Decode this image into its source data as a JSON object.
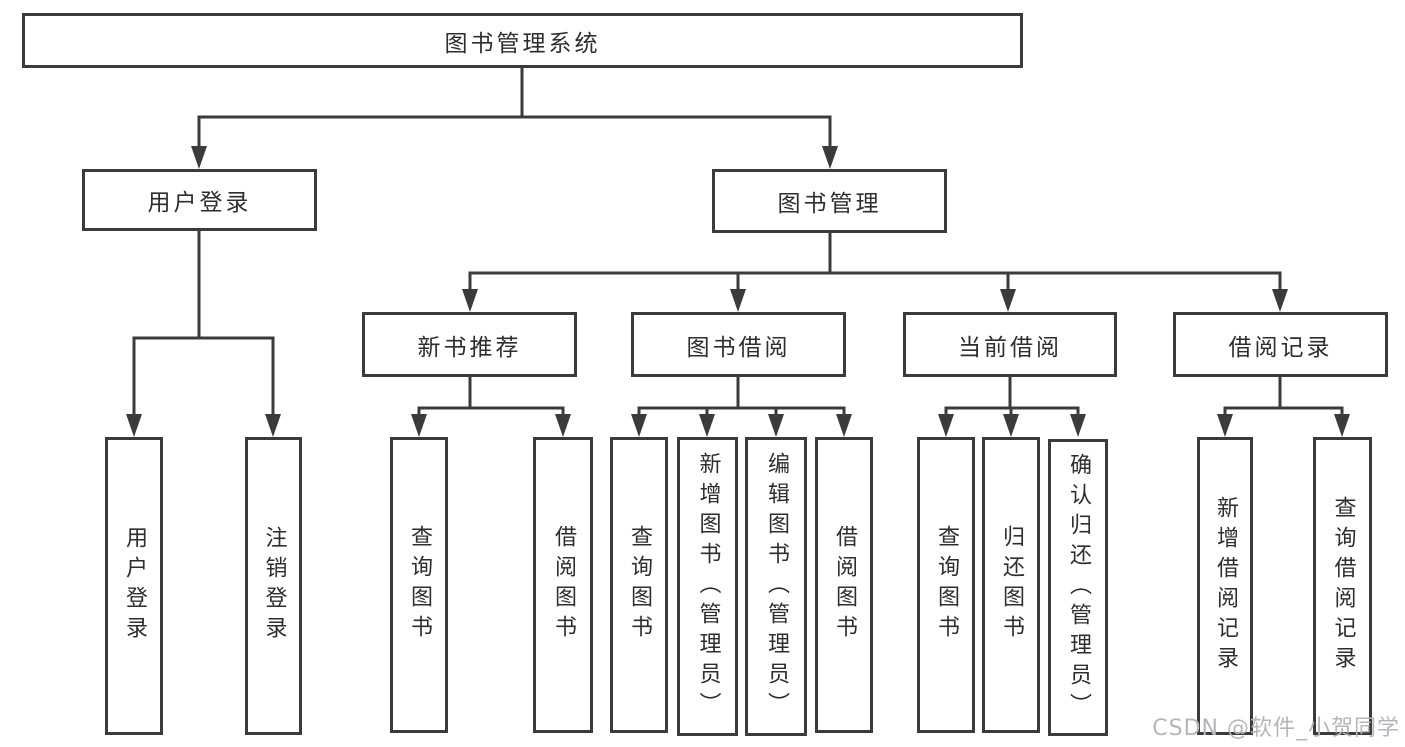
{
  "diagram": {
    "title": "图书管理系统",
    "watermark": "CSDN @软件_小贺同学",
    "colors": {
      "line": "#3b3b3b",
      "border": "#3b3b3b",
      "text": "#2e2e2e",
      "background": "#ffffff",
      "watermark": "#b5b5bd"
    },
    "nodes": [
      {
        "id": "library-management-system",
        "label": "图书管理系统"
      },
      {
        "id": "user-login",
        "label": "用户登录"
      },
      {
        "id": "book-management",
        "label": "图书管理"
      },
      {
        "id": "new-book-recommendation",
        "label": "新书推荐"
      },
      {
        "id": "book-borrowing",
        "label": "图书借阅"
      },
      {
        "id": "current-borrowing",
        "label": "当前借阅"
      },
      {
        "id": "borrowing-records",
        "label": "借阅记录"
      },
      {
        "id": "user-login-action",
        "label": "用户登录"
      },
      {
        "id": "logout-action",
        "label": "注销登录"
      },
      {
        "id": "nbr-query-books",
        "label": "查询图书"
      },
      {
        "id": "nbr-borrow-books",
        "label": "借阅图书"
      },
      {
        "id": "bb-query-books",
        "label": "查询图书"
      },
      {
        "id": "bb-add-books-admin",
        "label": "新增图书（管理员）"
      },
      {
        "id": "bb-edit-books-admin",
        "label": "编辑图书（管理员）"
      },
      {
        "id": "bb-borrow-books",
        "label": "借阅图书"
      },
      {
        "id": "cb-query-books",
        "label": "查询图书"
      },
      {
        "id": "cb-return-books",
        "label": "归还图书"
      },
      {
        "id": "cb-confirm-return-admin",
        "label": "确认归还（管理员）"
      },
      {
        "id": "br-add-borrow-record",
        "label": "新增借阅记录"
      },
      {
        "id": "br-query-borrow-record",
        "label": "查询借阅记录"
      }
    ],
    "edges": [
      [
        "library-management-system",
        "user-login"
      ],
      [
        "library-management-system",
        "book-management"
      ],
      [
        "user-login",
        "user-login-action"
      ],
      [
        "user-login",
        "logout-action"
      ],
      [
        "book-management",
        "new-book-recommendation"
      ],
      [
        "book-management",
        "book-borrowing"
      ],
      [
        "book-management",
        "current-borrowing"
      ],
      [
        "book-management",
        "borrowing-records"
      ],
      [
        "new-book-recommendation",
        "nbr-query-books"
      ],
      [
        "new-book-recommendation",
        "nbr-borrow-books"
      ],
      [
        "book-borrowing",
        "bb-query-books"
      ],
      [
        "book-borrowing",
        "bb-add-books-admin"
      ],
      [
        "book-borrowing",
        "bb-edit-books-admin"
      ],
      [
        "book-borrowing",
        "bb-borrow-books"
      ],
      [
        "current-borrowing",
        "cb-query-books"
      ],
      [
        "current-borrowing",
        "cb-return-books"
      ],
      [
        "current-borrowing",
        "cb-confirm-return-admin"
      ],
      [
        "borrowing-records",
        "br-add-borrow-record"
      ],
      [
        "borrowing-records",
        "br-query-borrow-record"
      ]
    ]
  }
}
